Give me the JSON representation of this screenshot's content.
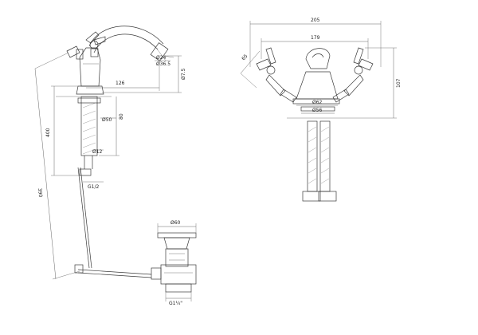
{
  "labels": {
    "side_hose_length": "390",
    "side_body_height": "400",
    "side_reach": "126",
    "side_spout_od": "Ø24",
    "side_spout_id": "Ø36.5",
    "side_spout_height": "Ø7.5",
    "side_base_dia": "Ø50",
    "side_shank_length": "80",
    "side_pipe_dia": "Ø12",
    "side_thread": "G1/2",
    "front_overall_width": "205",
    "front_handle_span": "179",
    "front_handle_angle": "65",
    "front_height": "107",
    "front_base_od": "Ø62",
    "front_base_id": "Ø56",
    "waste_dia": "Ø60",
    "waste_thread": "G1¼\""
  }
}
